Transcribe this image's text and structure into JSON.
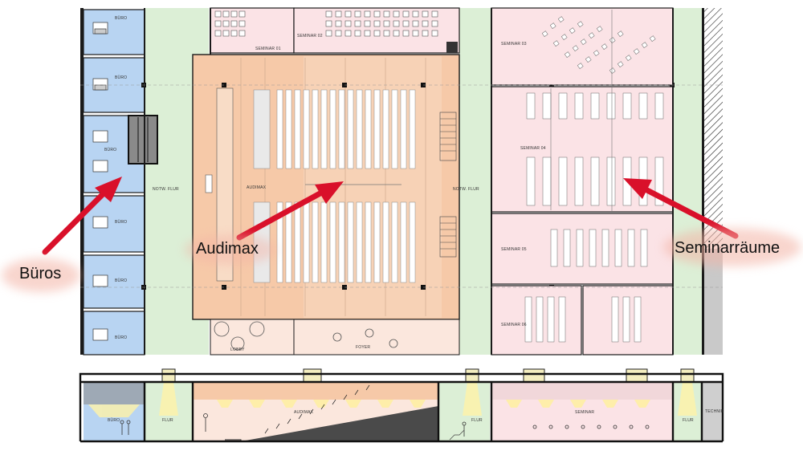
{
  "plan": {
    "rooms": {
      "buero1": "BÜRO",
      "buero2": "BÜRO",
      "buero3": "BÜRO",
      "buero4": "BÜRO",
      "buero5": "BÜRO",
      "buero6": "BÜRO",
      "notw_flur_left": "NOTW. FLUR",
      "notw_flur_right": "NOTW. FLUR",
      "seminar01": "SEMINAR 01",
      "seminar02": "SEMINAR 02",
      "seminar03": "SEMINAR 03",
      "seminar04": "SEMINAR 04",
      "seminar05": "SEMINAR 05",
      "seminar06": "SEMINAR 06",
      "audimax": "AUDIMAX",
      "lobby": "LOBBY",
      "foyer": "FOYER"
    }
  },
  "section": {
    "labels": {
      "buero": "BÜRO",
      "flur1": "FLUR",
      "audimax": "AUDIMAX",
      "flur2": "FLUR",
      "seminar": "SEMINAR",
      "flur3": "FLUR",
      "technik": "TECHNIK"
    }
  },
  "annotations": {
    "bueros": "Büros",
    "audimax": "Audimax",
    "seminarraeume": "Seminarräume"
  },
  "colors": {
    "office_blue": "#b8d4f2",
    "corridor_green": "#dcefd6",
    "audimax_orange": "#f6c9a8",
    "seminar_pink": "#fbe3e6",
    "lobby_pink": "#fbe7dd",
    "arrow_red": "#d9102a",
    "wall": "#1a1a1a"
  }
}
